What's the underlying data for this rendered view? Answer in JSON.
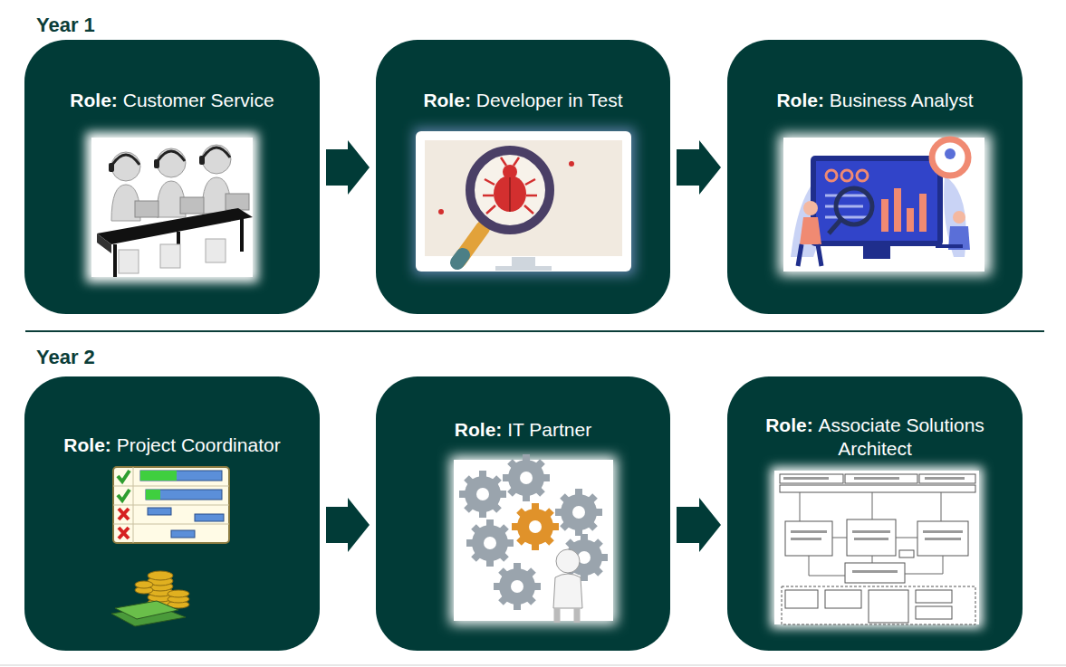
{
  "diagram": {
    "nodes": [
      {
        "text": [
          "Role:",
          "Customer Service"
        ]
      },
      {
        "text": [
          "Role:",
          "Developer in Test"
        ]
      },
      {
        "text": [
          "Role:",
          "Business Analyst"
        ]
      },
      {
        "text": [
          "Role:",
          "Project Coordinator"
        ]
      },
      {
        "text": [
          "Role:",
          "IT Partner"
        ]
      },
      {
        "text": [
          "Role:",
          "Associate Solutions Architect"
        ]
      }
    ],
    "edges": [
      {
        "from": 0,
        "to": 1,
        "arrow": "to"
      },
      {
        "from": 1,
        "to": 2,
        "arrow": "to"
      },
      {
        "from": 3,
        "to": 4,
        "arrow": "to"
      },
      {
        "from": 4,
        "to": 5,
        "arrow": "to"
      }
    ],
    "labels": [
      "Year 1",
      "Year 2"
    ]
  }
}
